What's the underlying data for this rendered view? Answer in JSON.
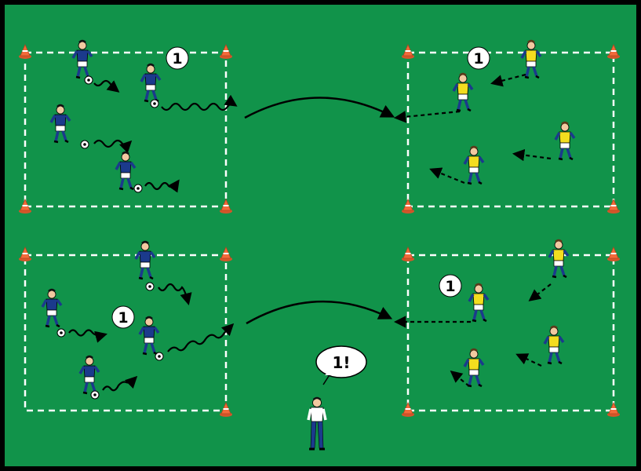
{
  "colors": {
    "pitch": "#11934a",
    "frame": "#000000",
    "line": "#ffffff",
    "cone": "#f26a3a",
    "blue_kit": "#1b3a8c",
    "yellow_bib": "#f3dd1f",
    "skin": "#f2c9a0",
    "arrow": "#000000"
  },
  "labels": {
    "top_left_number": "1",
    "top_right_number": "1",
    "bottom_left_number": "1",
    "bottom_right_number": "1",
    "coach_speech": "1!"
  },
  "icons": {
    "cone": "cone-icon",
    "ball": "ball-icon",
    "player_blue": "player-blue-icon",
    "player_yellow": "player-yellow-icon",
    "coach": "coach-icon",
    "speech": "speech-bubble-icon"
  }
}
